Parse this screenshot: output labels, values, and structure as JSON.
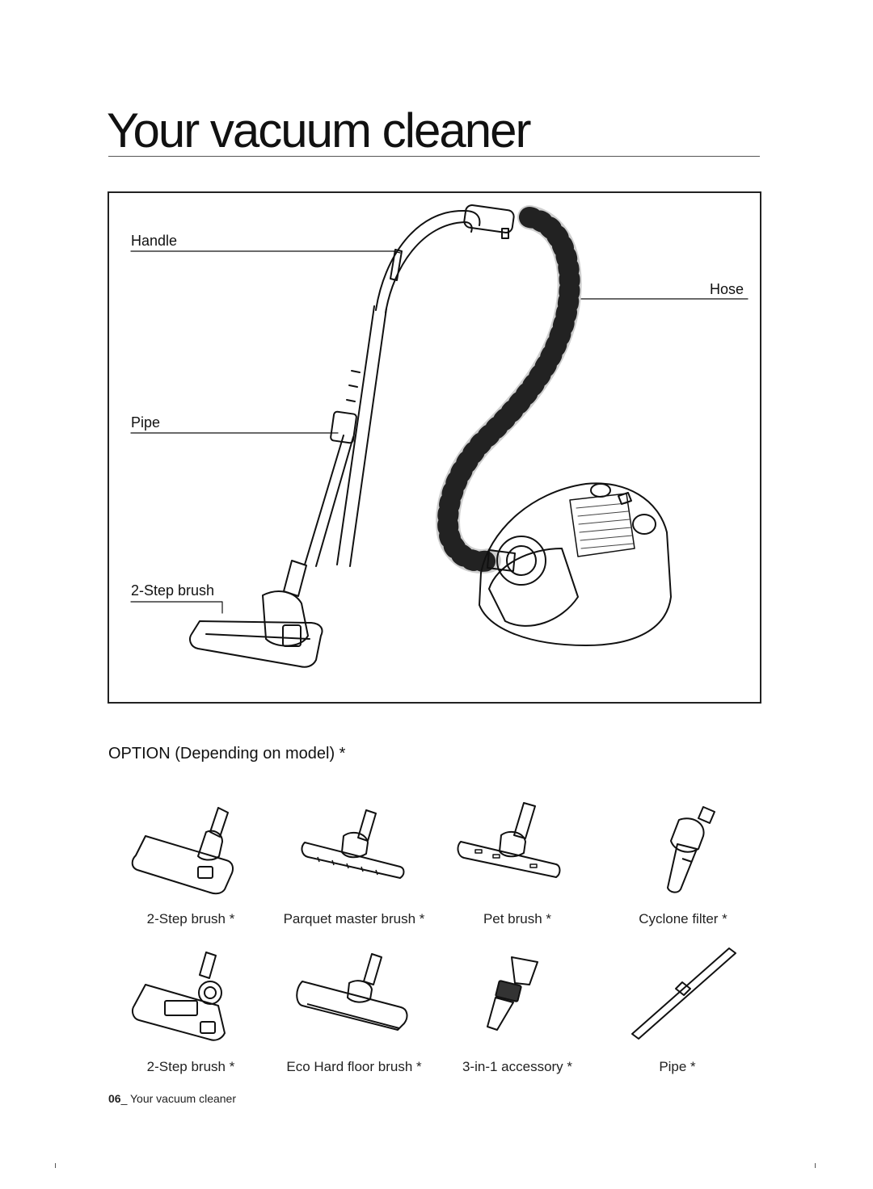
{
  "page": {
    "title": "Your vacuum cleaner"
  },
  "diagram": {
    "labels": {
      "handle": "Handle",
      "hose": "Hose",
      "pipe": "Pipe",
      "step_brush": "2-Step brush"
    }
  },
  "options": {
    "heading": "OPTION (Depending on model) *",
    "row1": [
      {
        "label": "2-Step brush *",
        "icon": "two-step-brush-icon"
      },
      {
        "label": "Parquet master brush *",
        "icon": "parquet-brush-icon"
      },
      {
        "label": "Pet brush *",
        "icon": "pet-brush-icon"
      },
      {
        "label": "Cyclone filter *",
        "icon": "cyclone-filter-icon"
      }
    ],
    "row2": [
      {
        "label": "2-Step brush *",
        "icon": "turbo-brush-icon"
      },
      {
        "label": "Eco Hard floor brush *",
        "icon": "hard-floor-brush-icon"
      },
      {
        "label": "3-in-1 accessory *",
        "icon": "three-in-one-accessory-icon"
      },
      {
        "label": "Pipe *",
        "icon": "pipe-icon"
      }
    ]
  },
  "footer": {
    "page_number": "06",
    "section": "_ Your vacuum cleaner"
  }
}
